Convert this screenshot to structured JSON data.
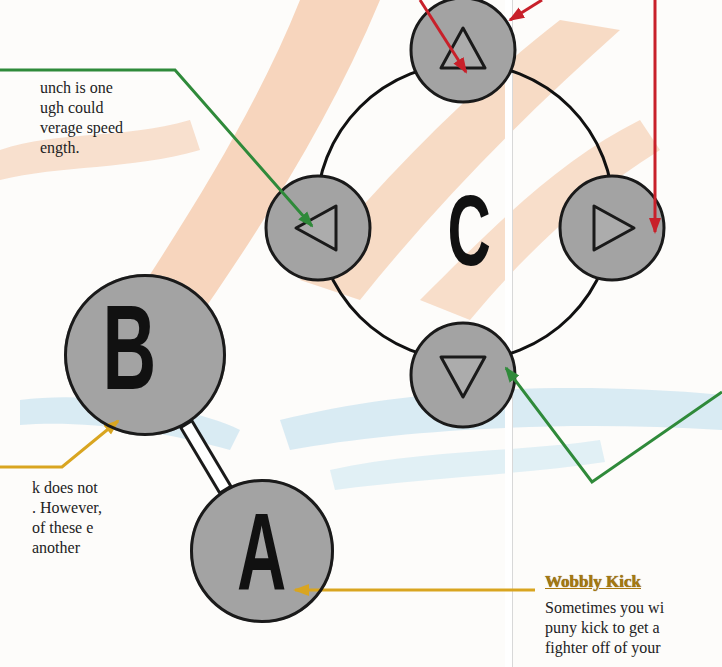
{
  "diagram": {
    "nodes": [
      {
        "text": [
          "C"
        ]
      },
      {
        "text": [
          "B"
        ]
      },
      {
        "text": [
          "A"
        ]
      }
    ],
    "edges": [
      {
        "from": 1,
        "to": 2,
        "arrow": "none"
      }
    ],
    "labels": [
      "unch is one ugh could verage speed ength.",
      "k does not . However, of these e another",
      "Wobbly Kick",
      "Sometimes you wi puny kick to get a fighter off of your"
    ]
  }
}
